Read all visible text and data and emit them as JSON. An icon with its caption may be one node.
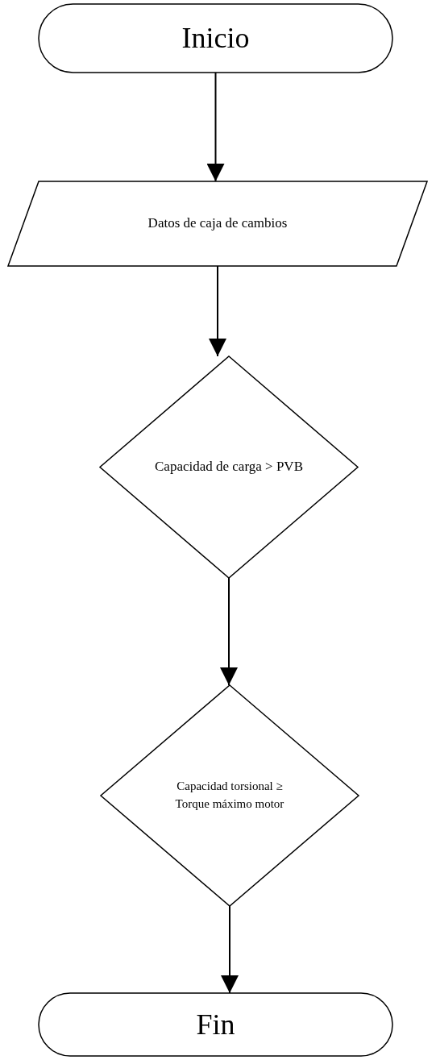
{
  "diagram": {
    "nodes": [
      {
        "text": [
          "Inicio"
        ]
      },
      {
        "text": [
          "Datos de caja de cambios"
        ]
      },
      {
        "text": [
          "Capacidad de carga > PVB"
        ]
      },
      {
        "text": [
          "Capacidad torsional ≥ Torque máximo motor"
        ]
      },
      {
        "text": [
          "Fin"
        ]
      }
    ],
    "edges": [
      {
        "from": 0,
        "to": 1,
        "arrow": "to"
      },
      {
        "from": 1,
        "to": 2,
        "arrow": "to"
      },
      {
        "from": 2,
        "to": 3,
        "arrow": "to"
      },
      {
        "from": 3,
        "to": 4,
        "arrow": "to"
      }
    ]
  }
}
